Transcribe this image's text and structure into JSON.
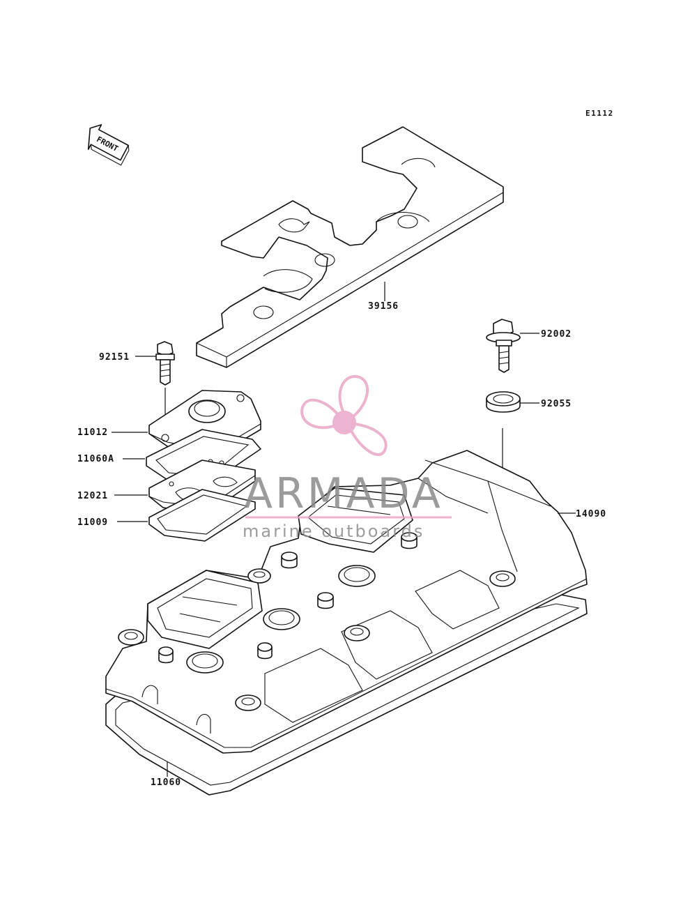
{
  "diagram_code": "E1112",
  "front_label": "FRONT",
  "parts": {
    "p39156": "39156",
    "p92151": "92151",
    "p11012": "11012",
    "p11060A": "11060A",
    "p12021": "12021",
    "p11009": "11009",
    "p92002": "92002",
    "p92055": "92055",
    "p14090": "14090",
    "p11060": "11060"
  },
  "watermark": {
    "title": "ARMADA",
    "subtitle": "marine outboards",
    "color": "#e8a6c6",
    "text_color": "#8a8a8a"
  }
}
